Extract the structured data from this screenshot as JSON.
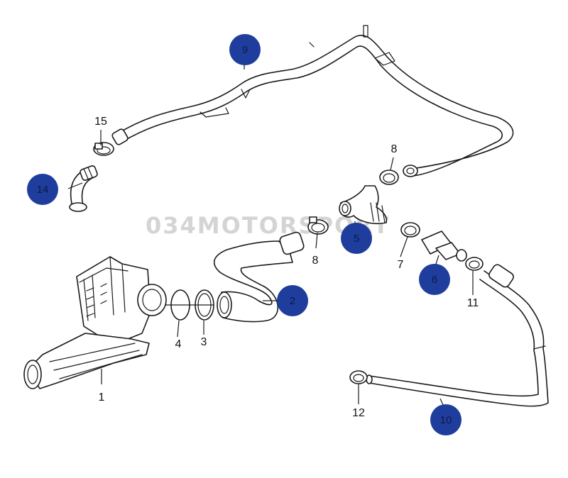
{
  "watermark": "034MOTORSPORT",
  "colors": {
    "badge": "#1f3d9c",
    "line": "#1a1a1a",
    "watermark": "#d4d4d4"
  },
  "callouts": {
    "p1": "1",
    "p2": "2",
    "p3": "3",
    "p4": "4",
    "p5": "5",
    "p6": "6",
    "p7": "7",
    "p8a": "8",
    "p8b": "8",
    "p9": "9",
    "p10": "10",
    "p11": "11",
    "p12": "12",
    "p14": "14",
    "p15": "15"
  }
}
